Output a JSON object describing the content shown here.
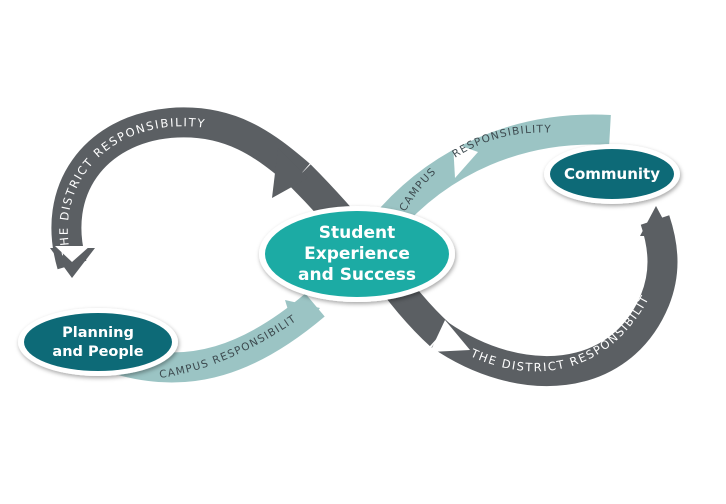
{
  "diagram": {
    "center_node": {
      "line1": "Student",
      "line2": "Experience",
      "line3": "and Success"
    },
    "left_node": {
      "line1": "Planning",
      "line2": "and People"
    },
    "right_node": {
      "line1": "Community"
    },
    "bands": {
      "left_top": "THE DISTRICT RESPONSIBILITY",
      "left_bottom": "CAMPUS RESPONSIBILITY",
      "right_top_a": "CAMPUS",
      "right_top_b": "RESPONSIBILITY",
      "right_bottom": "THE DISTRICT RESPONSIBILITY"
    },
    "colors": {
      "district_band": "#5b5f63",
      "campus_band": "#9bc4c4",
      "node_dark": "#0f6b77",
      "node_center": "#1aaba4"
    }
  }
}
